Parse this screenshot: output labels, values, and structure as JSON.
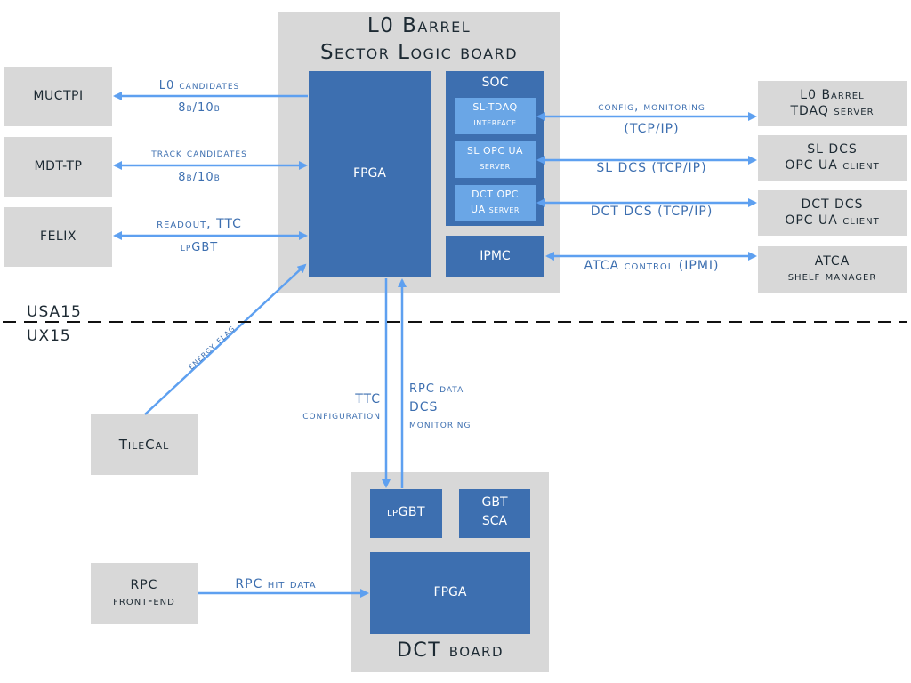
{
  "sl_board": {
    "title_1": "L0 Barrel",
    "title_2": "Sector Logic board",
    "fpga": "FPGA",
    "soc": "SOC",
    "soc_items": [
      {
        "line1": "SL-TDAQ",
        "line2": "interface"
      },
      {
        "line1": "SL OPC UA",
        "line2": "server"
      },
      {
        "line1": "DCT OPC",
        "line2": "UA server"
      }
    ],
    "ipmc": "IPMC"
  },
  "left_boxes": {
    "muctpi": "MUCTPI",
    "mdt_tp": "MDT-TP",
    "felix": "FELIX",
    "tilecal": "TileCal",
    "rpc_fe_1": "RPC",
    "rpc_fe_2": "front-end"
  },
  "left_links": {
    "l0_cand": "L0 candidates",
    "l0_cand_enc": "8b/10b",
    "track_cand": "track candidates",
    "track_cand_enc": "8b/10b",
    "readout": "readout, TTC",
    "readout_enc": "lpGBT"
  },
  "right_boxes": [
    {
      "line1": "L0 Barrel",
      "line2": "TDAQ server"
    },
    {
      "line1": "SL DCS",
      "line2": "OPC UA client"
    },
    {
      "line1": "DCT DCS",
      "line2": "OPC UA client"
    },
    {
      "line1": "ATCA",
      "line2": "shelf manager"
    }
  ],
  "right_links": {
    "config_1": "config, monitoring",
    "config_2": "(TCP/IP)",
    "sl_dcs": "SL DCS (TCP/IP)",
    "dct_dcs": "DCT DCS (TCP/IP)",
    "atca": "ATCA control (IPMI)"
  },
  "zones": {
    "upper": "USA15",
    "lower": "UX15"
  },
  "vertical_links": {
    "down_1": "TTC",
    "down_2": "configuration",
    "up_1": "RPC data",
    "up_2": "DCS",
    "up_3": "monitoring",
    "energy_flag": "energy flag",
    "rpc_hit": "RPC hit data"
  },
  "dct_board": {
    "lpgbt": "lpGBT",
    "gbt_1": "GBT",
    "gbt_2": "SCA",
    "fpga": "FPGA",
    "title": "DCT board"
  },
  "colors": {
    "box_gray": "#d8d8d8",
    "dark_blue": "#3d6fb0",
    "light_blue": "#6aa6e6",
    "arrow": "#5ea0f0",
    "text_dark": "#1d2a33"
  }
}
